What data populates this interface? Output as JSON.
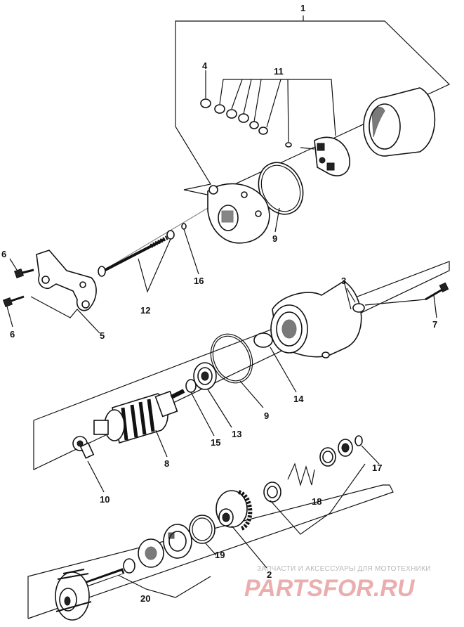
{
  "callouts": {
    "c1": "1",
    "c2": "2",
    "c3": "3",
    "c4": "4",
    "c5": "5",
    "c6a": "6",
    "c6b": "6",
    "c7": "7",
    "c8": "8",
    "c9a": "9",
    "c9b": "9",
    "c10": "10",
    "c11": "11",
    "c12": "12",
    "c13": "13",
    "c14": "14",
    "c15": "15",
    "c16": "16",
    "c17": "17",
    "c18": "18",
    "c19": "19",
    "c20": "20"
  },
  "watermark": {
    "tagline": "ЗАПЧАСТИ И АКСЕССУАРЫ ДЛЯ МОТОТЕХНИКИ",
    "brand": "PARTSFOR.RU"
  }
}
